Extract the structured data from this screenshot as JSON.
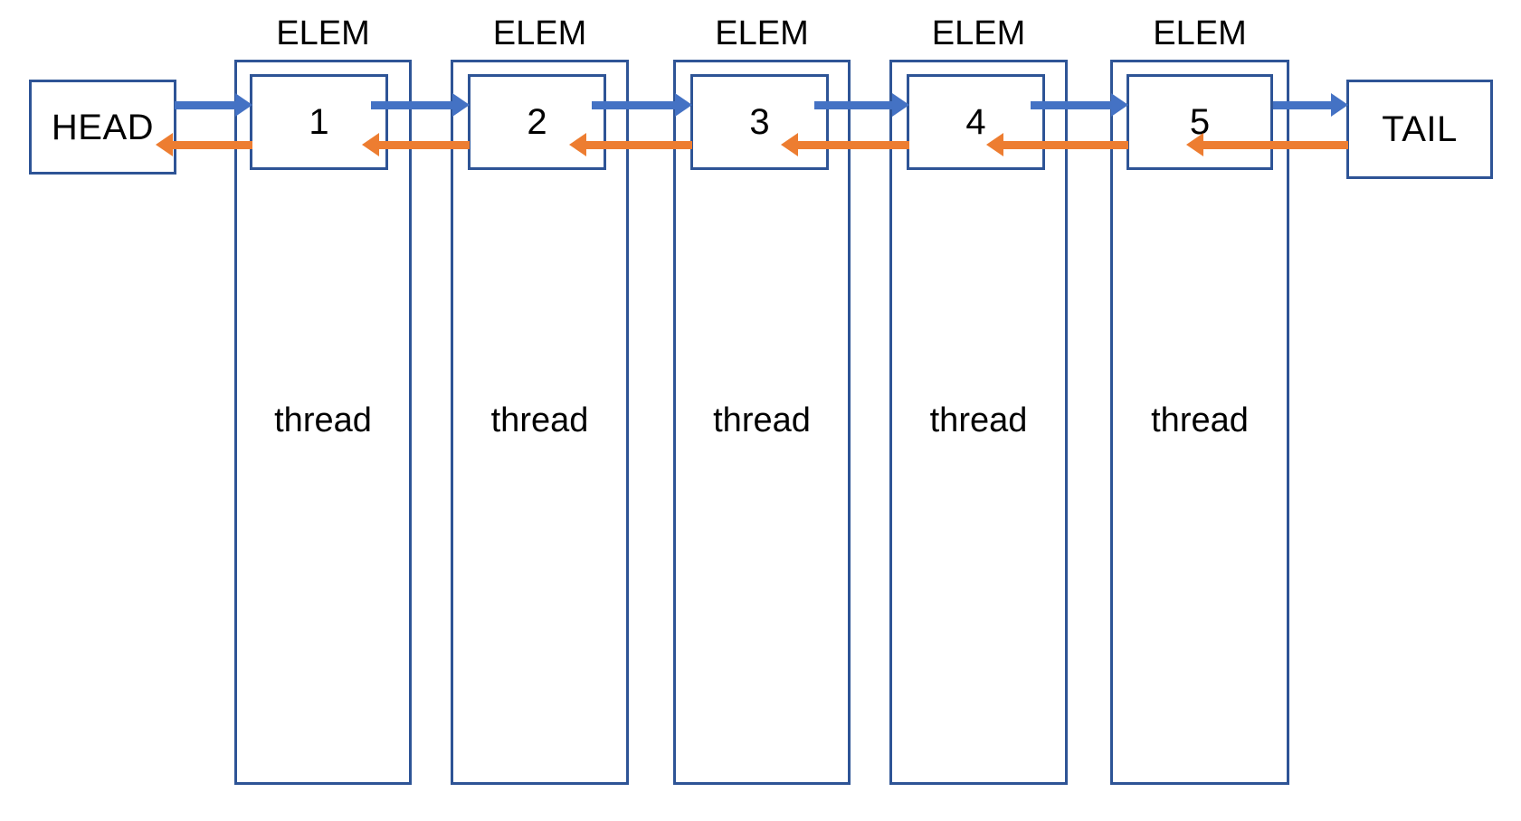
{
  "diagram": {
    "title": "Doubly linked list of thread elements",
    "colors": {
      "box_stroke": "#2E5496",
      "forward_arrow": "#4472C4",
      "backward_arrow": "#ED7D31",
      "background": "#FFFFFF",
      "text": "#000000"
    },
    "head": {
      "label": "HEAD"
    },
    "tail": {
      "label": "TAIL"
    },
    "elements": [
      {
        "group_label": "ELEM",
        "node_value": "1",
        "body_label": "thread"
      },
      {
        "group_label": "ELEM",
        "node_value": "2",
        "body_label": "thread"
      },
      {
        "group_label": "ELEM",
        "node_value": "3",
        "body_label": "thread"
      },
      {
        "group_label": "ELEM",
        "node_value": "4",
        "body_label": "thread"
      },
      {
        "group_label": "ELEM",
        "node_value": "5",
        "body_label": "thread"
      }
    ],
    "links": {
      "forward": [
        {
          "from": "HEAD",
          "to": "1"
        },
        {
          "from": "1",
          "to": "2"
        },
        {
          "from": "2",
          "to": "3"
        },
        {
          "from": "3",
          "to": "4"
        },
        {
          "from": "4",
          "to": "5"
        },
        {
          "from": "5",
          "to": "TAIL"
        }
      ],
      "backward": [
        {
          "from": "1",
          "to": "HEAD"
        },
        {
          "from": "2",
          "to": "1"
        },
        {
          "from": "3",
          "to": "2"
        },
        {
          "from": "4",
          "to": "3"
        },
        {
          "from": "5",
          "to": "4"
        },
        {
          "from": "TAIL",
          "to": "5"
        }
      ]
    }
  }
}
